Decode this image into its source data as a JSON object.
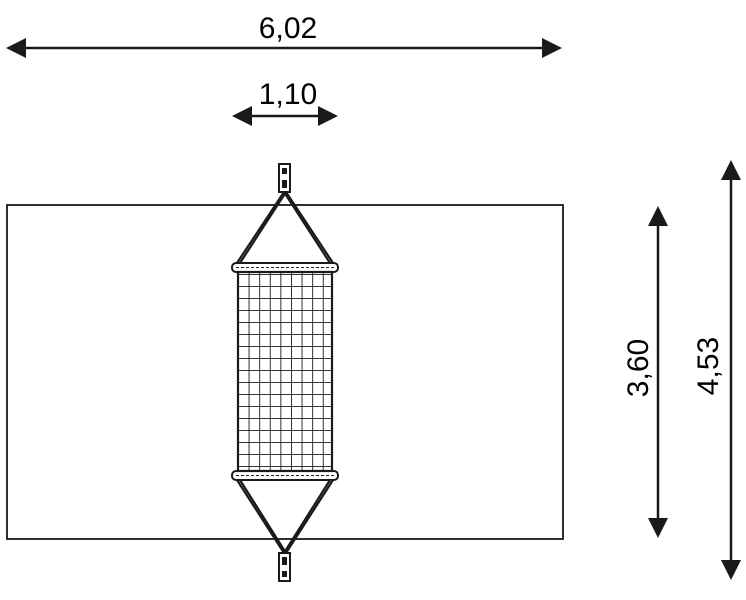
{
  "dimensions": {
    "overall_width": "6,02",
    "net_width": "1,10",
    "safety_length": "3,60",
    "overall_length": "4,53"
  },
  "colors": {
    "stroke": "#1a1a1a",
    "background": "#ffffff"
  }
}
